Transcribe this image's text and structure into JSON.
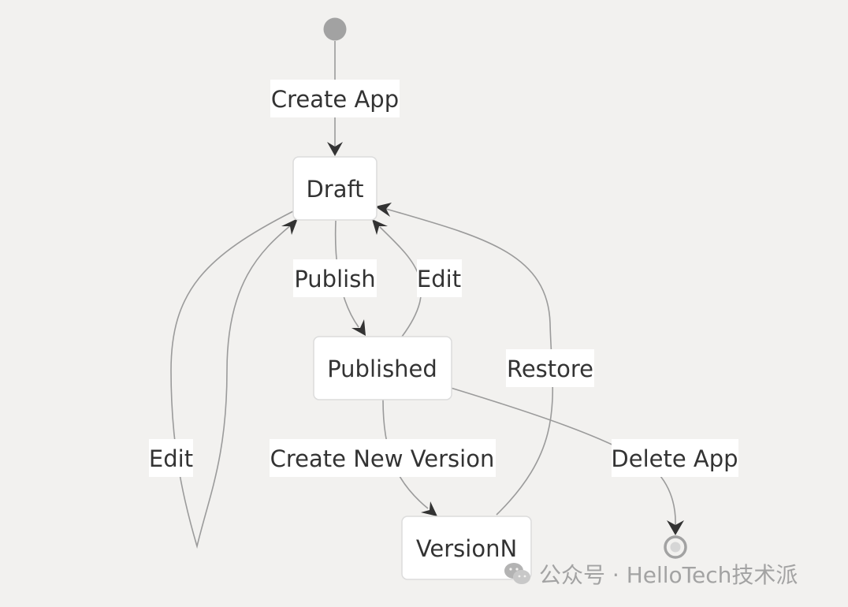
{
  "diagram": {
    "type": "state-diagram",
    "colors": {
      "background": "#f2f1ef",
      "edge": "#9b9b9b",
      "arrowhead": "#333333",
      "node_fill": "#ffffff",
      "node_border": "#dcdcdc",
      "text": "#333333",
      "start_state": "#a2a2a2"
    },
    "states": {
      "draft": "Draft",
      "published": "Published",
      "version_n": "VersionN"
    },
    "transitions": {
      "create_app": "Create App",
      "publish": "Publish",
      "edit_from_published": "Edit",
      "edit_self_loop": "Edit",
      "restore": "Restore",
      "create_new_version": "Create New Version",
      "delete_app": "Delete App"
    }
  },
  "watermark": {
    "text": "公众号 · HelloTech技术派",
    "icon": "wechat-icon"
  }
}
